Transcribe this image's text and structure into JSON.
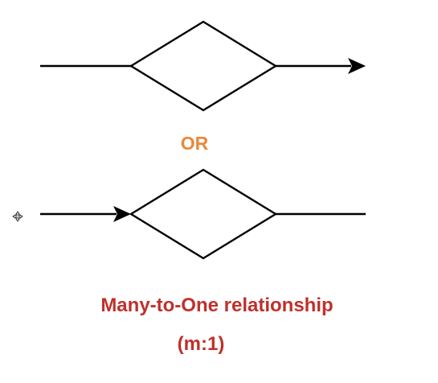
{
  "diagram": {
    "separator_text": "OR",
    "caption": {
      "title": "Many-to-One relationship",
      "notation": "(m:1)"
    }
  },
  "colors": {
    "line": "#000000",
    "separator": "#e8893a",
    "caption": "#c0302c",
    "background": "#ffffff"
  },
  "icons": {
    "cursor": "move-cursor-icon"
  }
}
